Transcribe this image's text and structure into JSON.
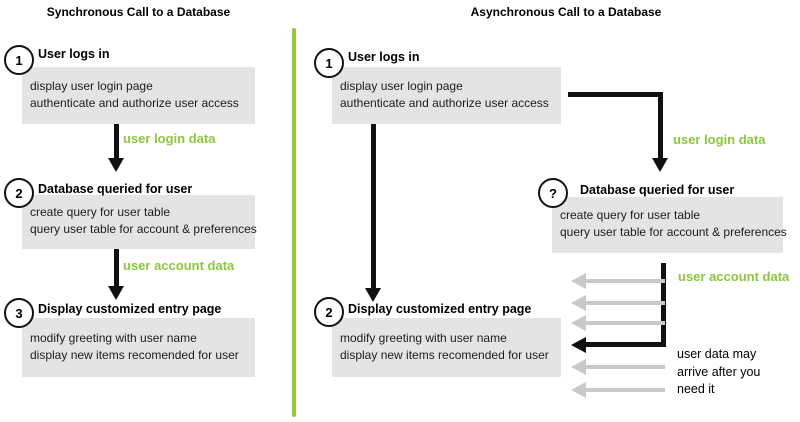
{
  "colors": {
    "green": "#8dc63f",
    "divider": "#94c83d",
    "box_bg": "#e4e4e4",
    "gray_arrow": "#c9c9c9",
    "ink": "#111111"
  },
  "left_panel": {
    "title": "Synchronous Call to a Database",
    "steps": [
      {
        "number": "1",
        "label": "User logs in",
        "details": [
          "display user login page",
          "authenticate and authorize user access"
        ]
      },
      {
        "number": "2",
        "label": "Database queried for user",
        "details": [
          "create query for user table",
          "query user table for account & preferences"
        ]
      },
      {
        "number": "3",
        "label": "Display customized entry page",
        "details": [
          "modify greeting with user name",
          "display new items recomended for user"
        ]
      }
    ],
    "arrow_labels": [
      "user login data",
      "user account data"
    ]
  },
  "right_panel": {
    "title": "Asynchronous Call to a Database",
    "steps": [
      {
        "number": "1",
        "label": "User logs in",
        "details": [
          "display user login page",
          "authenticate and authorize user access"
        ]
      },
      {
        "number": "?",
        "label": "Database queried for user",
        "details": [
          "create query for user table",
          "query user table for account & preferences"
        ]
      },
      {
        "number": "2",
        "label": "Display customized entry page",
        "details": [
          "modify greeting with user name",
          "display new items recomended for user"
        ]
      }
    ],
    "arrow_labels": [
      "user login data",
      "user account data"
    ],
    "note": [
      "user data may",
      "arrive after you",
      "need it"
    ]
  }
}
